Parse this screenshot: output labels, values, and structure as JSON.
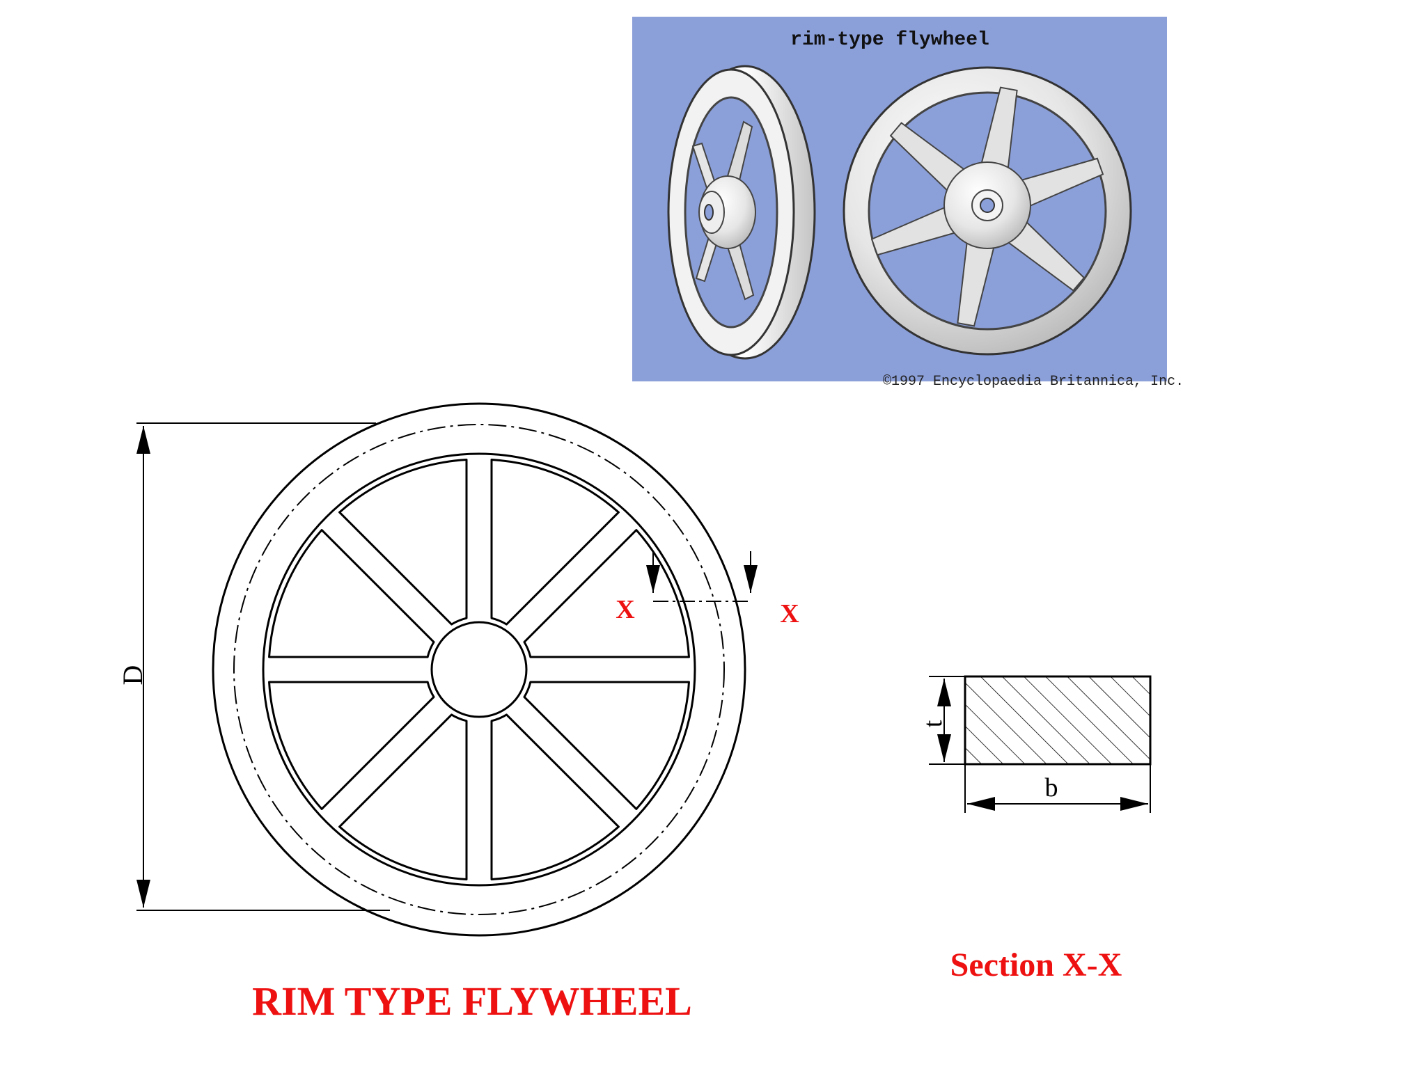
{
  "photo": {
    "title": "rim-type flywheel",
    "credit": "©1997 Encyclopaedia Britannica, Inc.",
    "background_color": "#8b9fd9"
  },
  "drawing": {
    "diameter_label": "D",
    "section_marker_left": "X",
    "section_marker_right": "X",
    "spoke_count": 8,
    "caption": "RIM TYPE FLYWHEEL"
  },
  "section": {
    "thickness_label": "t",
    "width_label": "b",
    "caption": "Section X-X"
  },
  "colors": {
    "caption_red": "#ee1111",
    "line_black": "#000000"
  }
}
